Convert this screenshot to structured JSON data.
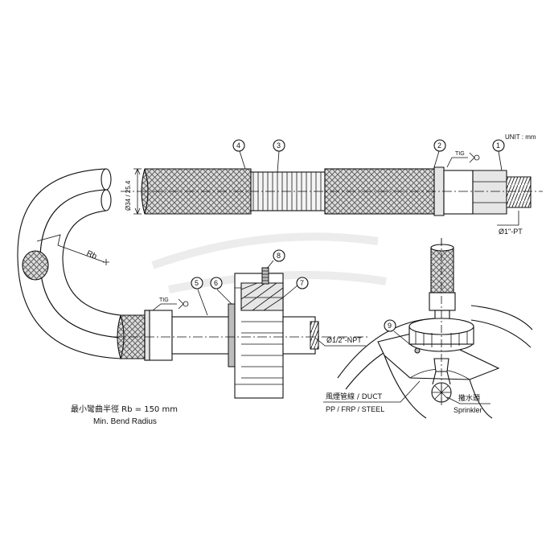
{
  "unit_label": "UNIT : mm",
  "callouts": {
    "c1": "1",
    "c2": "2",
    "c3": "3",
    "c4": "4",
    "c5": "5",
    "c6": "6",
    "c7": "7",
    "c8": "8",
    "c9": "9"
  },
  "weld_label_top": "TIG",
  "weld_label_bottom": "TIG",
  "diameter_label": "Ø34 / 25.4",
  "thread_top": "Ø1\"-PT",
  "thread_bottom": "Ø1/2\"-NPT",
  "radius_label": "Rb",
  "bend_cn": "最小彎曲半徑 Rb = 150 mm",
  "bend_en": "Min. Bend Radius",
  "duct_cn": "風煙管線 / DUCT",
  "duct_en": "PP / FRP / STEEL",
  "sprinkler_cn": "撒水頭",
  "sprinkler_en": "Sprinkler"
}
